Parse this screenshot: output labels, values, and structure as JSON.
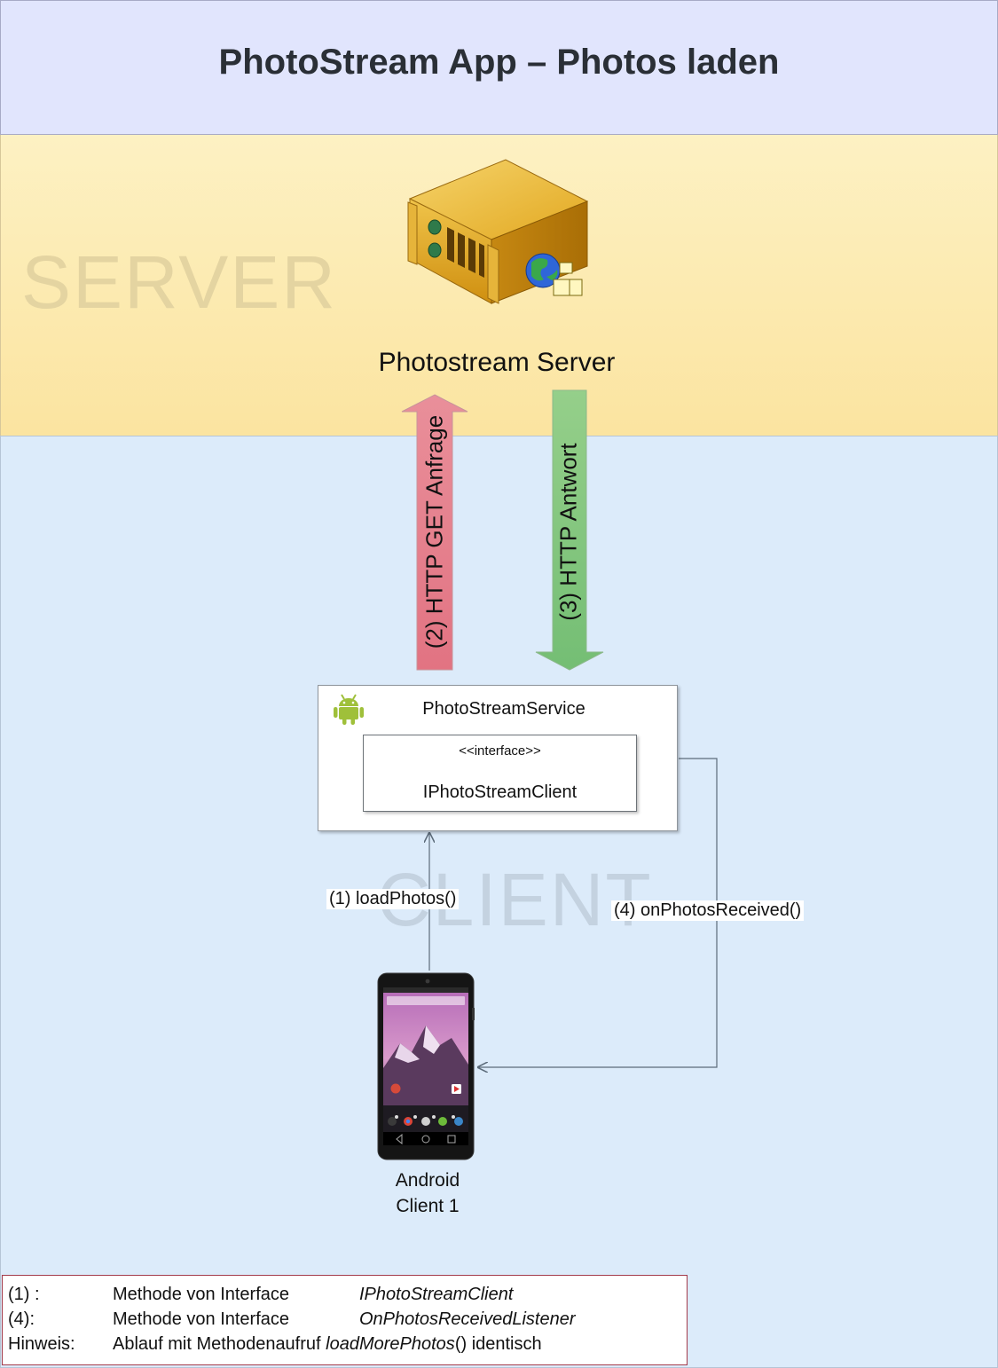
{
  "title": "PhotoStream App – Photos laden",
  "layers": {
    "server": "SERVER",
    "client": "CLIENT"
  },
  "server": {
    "label": "Photostream Server",
    "icon": "web-server-icon"
  },
  "arrows": {
    "request": {
      "label": "(2) HTTP GET Anfrage",
      "color": "#e57d8a"
    },
    "response": {
      "label": "(3) HTTP Antwort",
      "color": "#7cc37c"
    }
  },
  "service": {
    "title": "PhotoStreamService",
    "icon": "android-robot-icon",
    "interface": {
      "stereotype": "<<interface>>",
      "name": "IPhotoStreamClient"
    }
  },
  "calls": {
    "load": "(1) loadPhotos()",
    "callback": "(4) onPhotosReceived()"
  },
  "client": {
    "line1": "Android",
    "line2": "Client 1",
    "icon": "android-phone-icon"
  },
  "legend": {
    "rows": [
      {
        "key": "(1) :",
        "desc": "Methode von Interface",
        "ref": "IPhotoStreamClient"
      },
      {
        "key": "(4):",
        "desc": "Methode von Interface",
        "ref": "OnPhotosReceivedListener"
      }
    ],
    "note": {
      "key": "Hinweis:",
      "prefix": "Ablauf mit Methodenaufruf",
      "method": "loadMorePhotos",
      "suffix": "() identisch"
    }
  },
  "colors": {
    "title_band": "#e1e5fd",
    "server_band": "#fbe4a0",
    "client_band": "#dcebfa",
    "legend_border": "#a33a4a"
  }
}
